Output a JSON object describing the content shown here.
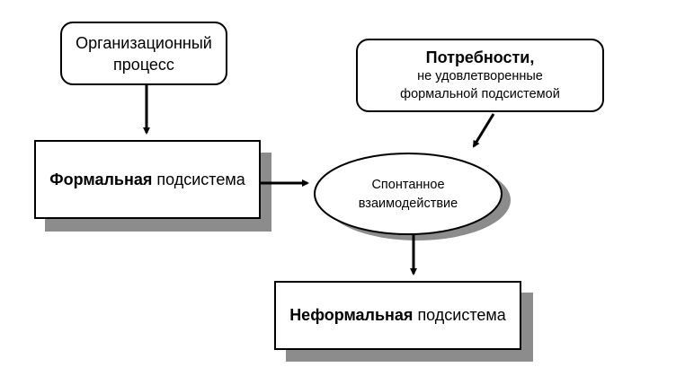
{
  "nodes": {
    "org_process": {
      "line1": "Организационный",
      "line2": "процесс"
    },
    "needs": {
      "title": "Потребности,",
      "line2": "не удовлетворенные",
      "line3": "формальной подсистемой"
    },
    "formal": {
      "bold": "Формальная",
      "rest": " подсистема"
    },
    "spontaneous": {
      "line1": "Спонтанное",
      "line2": "взаимодействие"
    },
    "informal": {
      "bold": "Неформальная",
      "rest": " подсистема"
    }
  },
  "edges": [
    {
      "from": "org_process",
      "to": "formal"
    },
    {
      "from": "needs",
      "to": "spontaneous"
    },
    {
      "from": "formal",
      "to": "spontaneous"
    },
    {
      "from": "spontaneous",
      "to": "informal"
    }
  ]
}
